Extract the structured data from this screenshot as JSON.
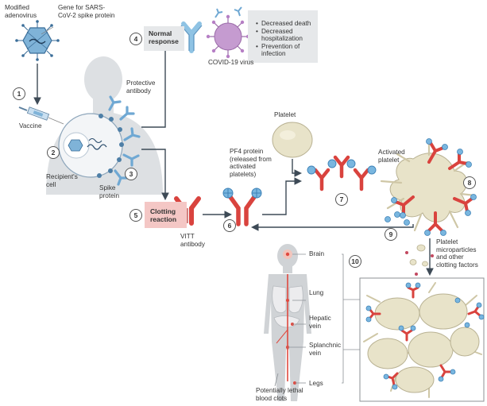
{
  "labels": {
    "modified_adenovirus": "Modified adenovirus",
    "gene_for_spike": "Gene for SARS-CoV-2 spike protein",
    "vaccine": "Vaccine",
    "recipients_cell": "Recipient's cell",
    "spike_protein": "Spike protein",
    "protective_antibody": "Protective antibody",
    "normal_response": "Normal response",
    "covid_virus": "COVID-19 virus",
    "clotting_reaction": "Clotting reaction",
    "vitt_antibody": "VITT antibody",
    "pf4_protein": "PF4 protein (released from activated platelets)",
    "platelet": "Platelet",
    "activated_platelet": "Activated platelet",
    "platelet_microparticles": "Platelet microparticles and other clotting factors",
    "brain": "Brain",
    "lung": "Lung",
    "hepatic_vein": "Hepatic vein",
    "splanchnic_vein": "Splanchnic vein",
    "legs": "Legs",
    "potentially_lethal": "Potentially lethal blood clots"
  },
  "outcomes": [
    "Decreased death",
    "Decreased hospitalization",
    "Prevention of infection"
  ],
  "steps": [
    "1",
    "2",
    "3",
    "4",
    "5",
    "6",
    "7",
    "8",
    "9",
    "10"
  ],
  "colors": {
    "antibody_blue": "#8fc3e4",
    "vitt_red": "#d9433e",
    "pf4_blue": "#79b6df",
    "platelet_cream": "#e8e3c9",
    "virus_purple": "#c59bd0",
    "silhouette_gray": "#d0d3d6",
    "clot_box_pink": "#f4c7c5",
    "neutral_box_gray": "#e6e8ea",
    "vessel_red": "#e0493f"
  }
}
